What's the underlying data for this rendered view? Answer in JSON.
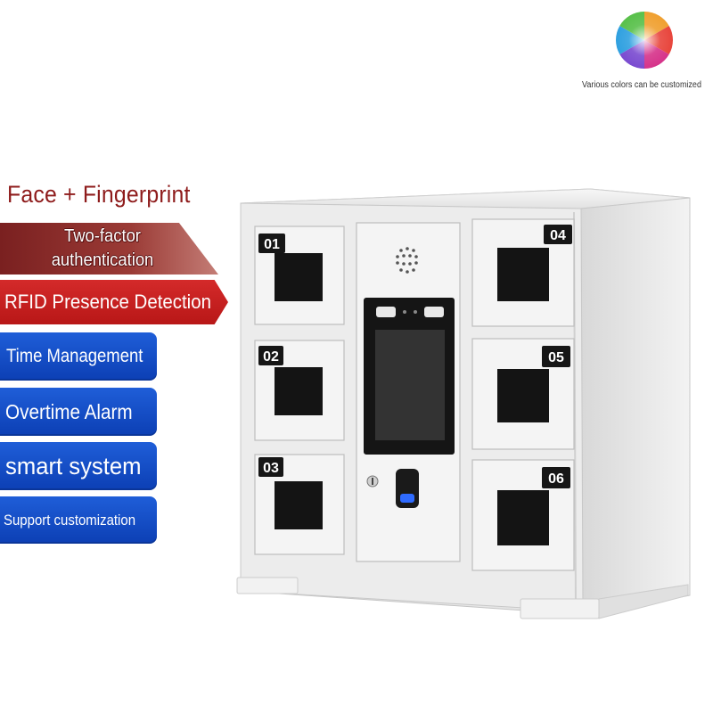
{
  "colors_caption": "Various colors can be customized",
  "features": {
    "headline": "Face + Fingerprint",
    "two_factor_line1": "Two-factor",
    "two_factor_line2": "authentication",
    "rfid": "RFID Presence Detection",
    "time_management": "Time Management",
    "overtime_alarm": "Overtime Alarm",
    "smart_system": "smart system",
    "support_customization": "Support customization"
  },
  "lockers": {
    "left": [
      "01",
      "02",
      "03"
    ],
    "right": [
      "04",
      "05",
      "06"
    ]
  },
  "colors": {
    "headline": "#8e1b1b",
    "banner_red": "#c41e1e",
    "banner_blue": "#1448c8",
    "cabinet": "#ececec"
  },
  "icons": [
    "color-wheel-icon",
    "speaker-grille-icon",
    "face-camera-icon",
    "fingerprint-scanner-icon",
    "key-lock-icon"
  ]
}
